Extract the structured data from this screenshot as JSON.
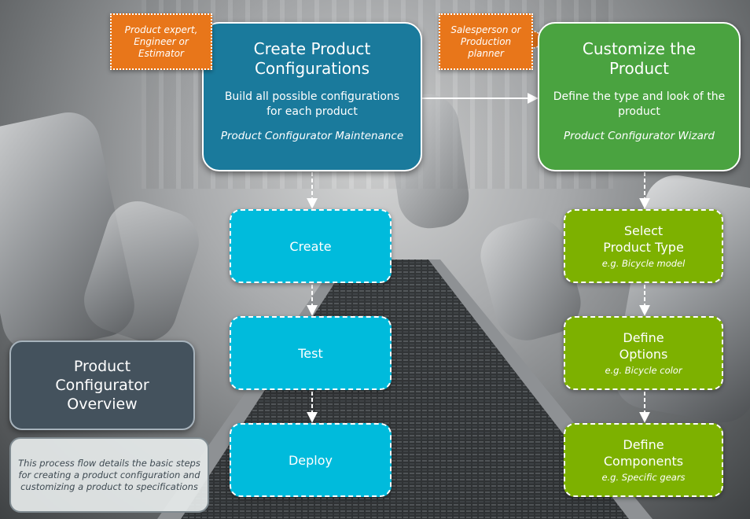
{
  "blue_main": {
    "title_line1": "Create Product",
    "title_line2": "Configurations",
    "desc_line1": "Build all possible configurations",
    "desc_line2": "for each product",
    "tool": "Product Configurator Maintenance"
  },
  "green_main": {
    "title_line1": "Customize the",
    "title_line2": "Product",
    "desc_line1": "Define the type and look of the",
    "desc_line2": "product",
    "tool": "Product Configurator Wizard"
  },
  "tags": {
    "left": [
      "Product expert,",
      "Engineer or",
      "Estimator"
    ],
    "right": [
      "Salesperson or",
      "Production",
      "planner"
    ]
  },
  "left_steps": [
    {
      "label": "Create"
    },
    {
      "label": "Test"
    },
    {
      "label": "Deploy"
    }
  ],
  "right_steps": [
    {
      "title_line1": "Select",
      "title_line2": "Product Type",
      "example": "e.g. Bicycle model"
    },
    {
      "title_line1": "Define",
      "title_line2": "Options",
      "example": "e.g. Bicycle color"
    },
    {
      "title_line1": "Define",
      "title_line2": "Components",
      "example": "e.g. Specific gears"
    }
  ],
  "overview": {
    "line1": "Product",
    "line2": "Configurator",
    "line3": "Overview"
  },
  "note": {
    "text": "This process flow details the basic steps for creating a product configuration and customizing a product to specifications"
  },
  "colors": {
    "blue": "#1a7a9c",
    "green": "#4aa340",
    "cyan": "#00bbdc",
    "lime": "#7db100",
    "orange": "#e8761a",
    "slate": "#44525d"
  }
}
